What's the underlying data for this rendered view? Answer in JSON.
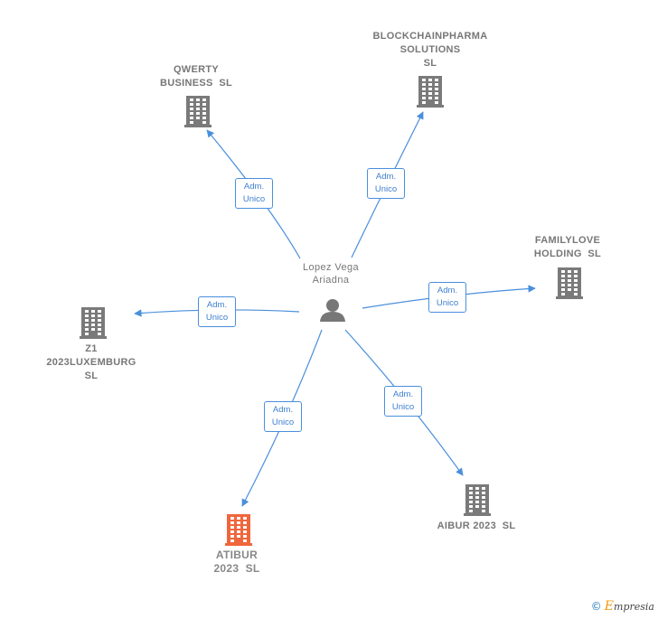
{
  "colors": {
    "edge": "#4a8fdc",
    "building_default": "#7a7a7a",
    "building_highlight": "#f0663c",
    "person": "#777777"
  },
  "center": {
    "name": "Lopez Vega\nAriadna",
    "icon": "person-icon"
  },
  "companies": [
    {
      "id": "qwerty",
      "name": "QWERTY\nBUSINESS  SL",
      "icon": "building-icon",
      "highlight": false
    },
    {
      "id": "blockchainpharma",
      "name": "BLOCKCHAINPHARMA\nSOLUTIONS\nSL",
      "icon": "building-icon",
      "highlight": false
    },
    {
      "id": "familylove",
      "name": "FAMILYLOVE\nHOLDING  SL",
      "icon": "building-icon",
      "highlight": false
    },
    {
      "id": "z1",
      "name": "Z1\n2023LUXEMBURG\nSL",
      "icon": "building-icon",
      "highlight": false
    },
    {
      "id": "aibur",
      "name": "AIBUR 2023  SL",
      "icon": "building-icon",
      "highlight": false
    },
    {
      "id": "atibur",
      "name": "ATIBUR\n2023  SL",
      "icon": "building-icon",
      "highlight": true
    }
  ],
  "edges": [
    {
      "to": "qwerty",
      "role_line1": "Adm.",
      "role_line2": "Unico"
    },
    {
      "to": "blockchainpharma",
      "role_line1": "Adm.",
      "role_line2": "Unico"
    },
    {
      "to": "familylove",
      "role_line1": "Adm.",
      "role_line2": "Unico"
    },
    {
      "to": "z1",
      "role_line1": "Adm.",
      "role_line2": "Unico"
    },
    {
      "to": "aibur",
      "role_line1": "Adm.",
      "role_line2": "Unico"
    },
    {
      "to": "atibur",
      "role_line1": "Adm.",
      "role_line2": "Unico"
    }
  ],
  "footer": {
    "copyright_symbol": "©",
    "brand_initial": "E",
    "brand_rest": "mpresia"
  }
}
